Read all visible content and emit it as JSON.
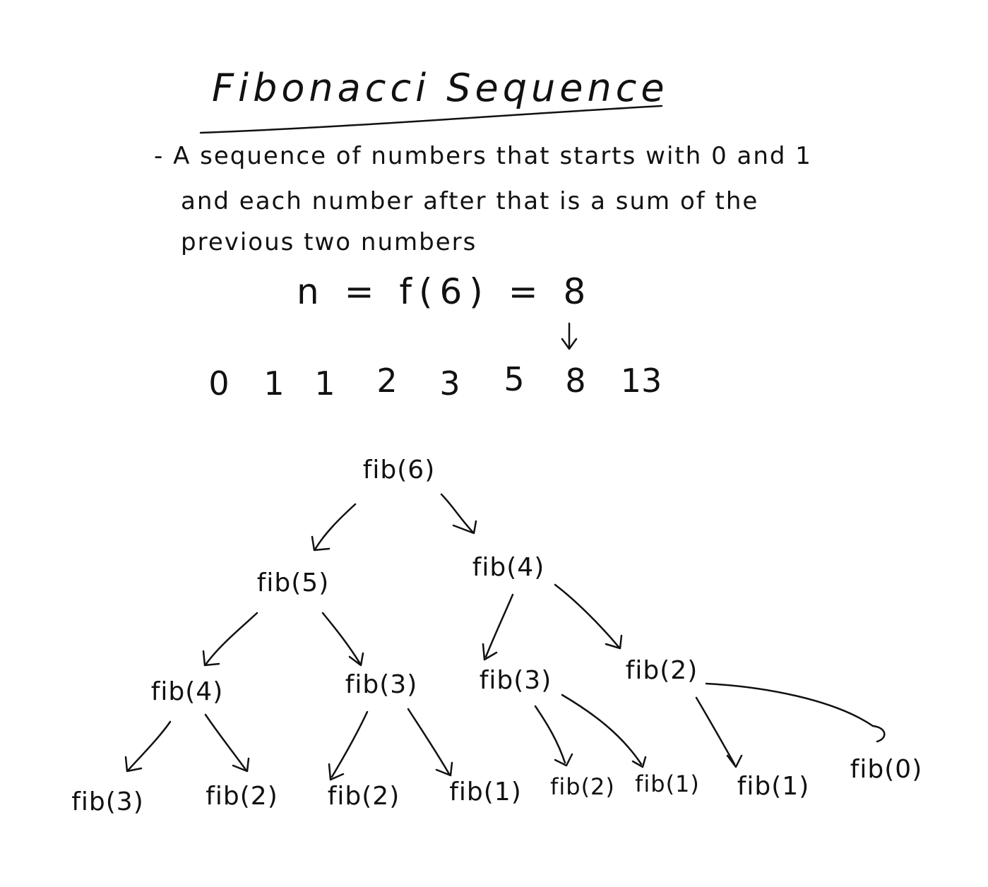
{
  "title": "Fibonacci Sequence",
  "description": {
    "line1": "- A sequence of numbers that starts with 0 and 1",
    "line2": "and each number after that is a sum of the",
    "line3": "previous two numbers"
  },
  "formula": "n = f(6) = 8",
  "sequence": [
    "0",
    "1",
    "1",
    "2",
    "3",
    "5",
    "8",
    "13"
  ],
  "tree": {
    "root": "fib(6)",
    "level1": [
      "fib(5)",
      "fib(4)"
    ],
    "level2": [
      "fib(4)",
      "fib(3)",
      "fib(3)",
      "fib(2)"
    ],
    "level3": [
      "fib(3)",
      "fib(2)",
      "fib(2)",
      "fib(1)",
      "fib(2)",
      "fib(1)",
      "fib(1)",
      "fib(0)"
    ]
  },
  "colors": {
    "ink": "#111111",
    "paper": "#ffffff"
  }
}
